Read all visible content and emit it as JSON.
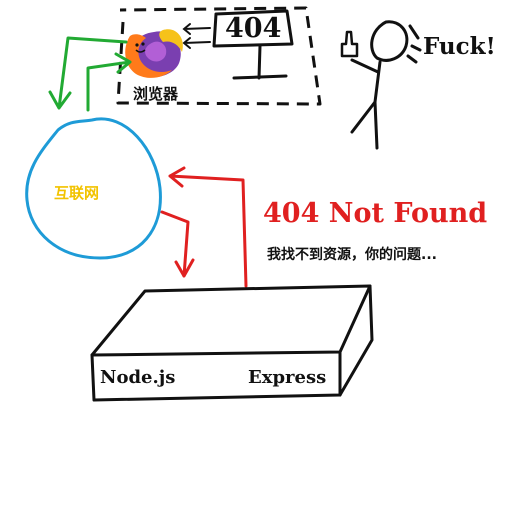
{
  "monitor": {
    "screen_text": "404"
  },
  "user": {
    "exclamation": "Fuck!"
  },
  "browser": {
    "label": "浏览器"
  },
  "internet": {
    "label": "互联网"
  },
  "error": {
    "title": "404 Not Found",
    "caption": "我找不到资源，你的问题..."
  },
  "server": {
    "runtime_label": "Node.js",
    "framework_label": "Express"
  },
  "colors": {
    "ink": "#111111",
    "request_arrow": "#22aa33",
    "response_arrow": "#e02020",
    "internet_cloud": "#1e9bd7",
    "internet_label": "#f2c300",
    "error_title": "#e02020",
    "browser_logo_orange": "#ff7a1a",
    "browser_logo_purple": "#7a3fb0",
    "browser_logo_yellow": "#f6c21a"
  }
}
